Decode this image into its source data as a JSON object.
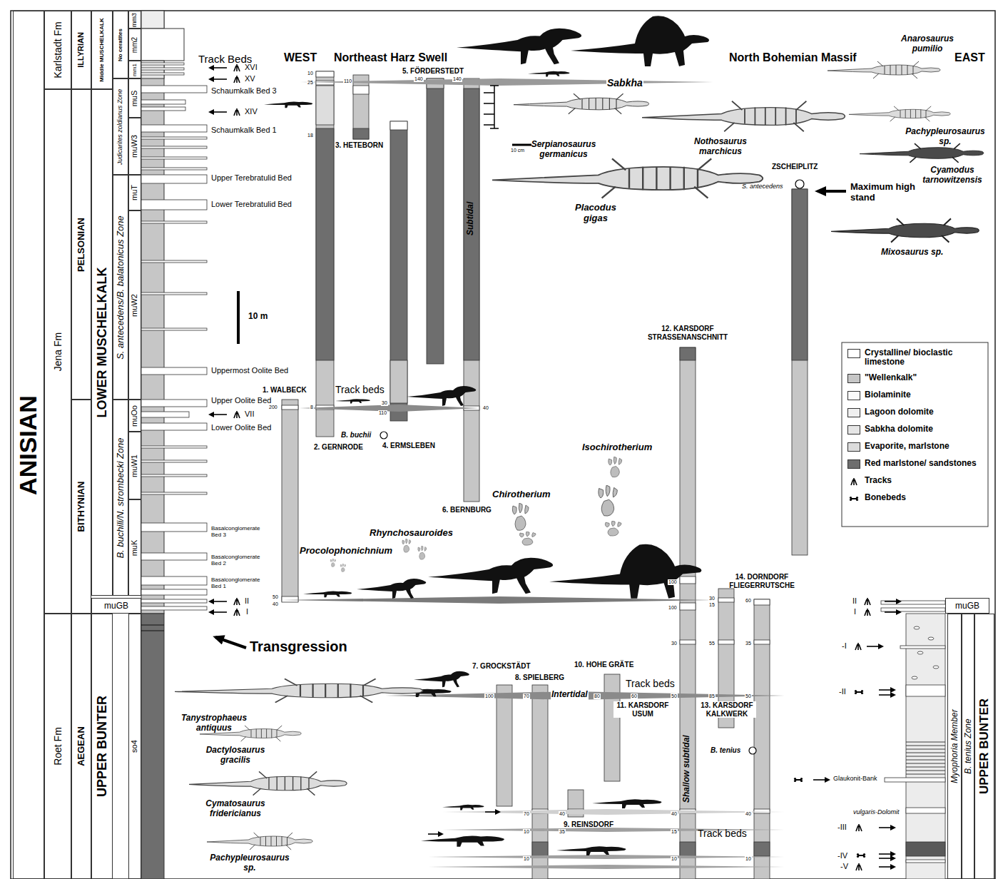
{
  "diagram": {
    "nodes": [
      {
        "text": [
          "ANISIAN"
        ]
      },
      {
        "text": [
          "Karlstadt Fm"
        ]
      },
      {
        "text": [
          "Jena Fm"
        ]
      },
      {
        "text": [
          "Roet Fm"
        ]
      },
      {
        "text": [
          "ILLYRIAN"
        ]
      },
      {
        "text": [
          "PELSONIAN"
        ]
      },
      {
        "text": [
          "BITHYNIAN"
        ]
      },
      {
        "text": [
          "AEGEAN"
        ]
      },
      {
        "text": [
          "Middle MUSCHELKALK"
        ]
      },
      {
        "text": [
          "LOWER MUSCHELKALK"
        ]
      },
      {
        "text": [
          "muGB"
        ]
      },
      {
        "text": [
          "UPPER BUNTER"
        ]
      },
      {
        "text": [
          "No ceratites"
        ]
      },
      {
        "text": [
          "Judicarites zoldianus Zone"
        ]
      },
      {
        "text": [
          "S. antecedens/B. balatonicus Zone"
        ]
      },
      {
        "text": [
          "B. buchili/N. strombecki Zone"
        ]
      },
      {
        "text": [
          "mm3"
        ]
      },
      {
        "text": [
          "mm2"
        ]
      },
      {
        "text": [
          "mm1"
        ]
      },
      {
        "text": [
          "muS"
        ]
      },
      {
        "text": [
          "muW3"
        ]
      },
      {
        "text": [
          "muT"
        ]
      },
      {
        "text": [
          "muW2"
        ]
      },
      {
        "text": [
          "muOo"
        ]
      },
      {
        "text": [
          "muW1"
        ]
      },
      {
        "text": [
          "muK"
        ]
      },
      {
        "text": [
          "so4"
        ]
      },
      {
        "text": [
          "muGB"
        ]
      },
      {
        "text": [
          "Myophoria Member"
        ]
      },
      {
        "text": [
          "B. tenius Zone"
        ]
      },
      {
        "text": [
          "UPPER BUNTER"
        ]
      }
    ],
    "labels": [
      "Track Beds",
      "WEST",
      "Northeast Harz Swell",
      "North Bohemian Massif",
      "EAST",
      "XVI",
      "XV",
      "XIV",
      "Schaumkalk Bed 3",
      "Schaumkalk Bed 1",
      "Upper Terebratulid Bed",
      "Lower Terebratulid Bed",
      "10 m",
      "Uppermost Oolite Bed",
      "Upper Oolite Bed",
      "VII",
      "Lower Oolite Bed",
      "Basalconglomerate Bed 3",
      "Basalconglomerate Bed 2",
      "Basalconglomerate Bed 1",
      "II",
      "I",
      "Transgression",
      "1. WALBECK",
      "2. GERNRODE",
      "3. HETEBORN",
      "4. ERMSLEBEN",
      "5. FÖRDERSTEDT",
      "6. BERNBURG",
      "Track beds",
      "B. buchii",
      "Subtidal",
      "Sabkha",
      "Serpianosaurus germanicus",
      "10 cm",
      "Nothosaurus marchicus",
      "Anarosaurus pumilio",
      "Pachypleurosaurus sp.",
      "S. antecedens",
      "ZSCHEIPLITZ",
      "Maximum high stand",
      "Cyamodus tarnowitzensis",
      "Placodus gigas",
      "Mixosaurus sp.",
      "12. KARSDORF STRASSENANSCHNITT",
      "Isochirotherium",
      "Chirotherium",
      "Rhynchosauroides",
      "Procolophonichnium",
      "14. DORNDORF FLIEGERRUTSCHE",
      "Tanystrophaeus antiquus",
      "7. GROCKSTÄDT",
      "10. HOHE GRÄTE",
      "8. SPIELBERG",
      "Intertidal",
      "Track beds",
      "11. KARSDORF USUM",
      "13. KARSDORF KALKWERK",
      "Shallow subtidal",
      "B. tenius",
      "Dactylosaurus gracilis",
      "Cymatosaurus fridericianus",
      "9. REINSDORF",
      "Pachypleurosaurus sp.",
      "Track beds",
      "II",
      "I",
      "-I",
      "-II",
      "Glaukonit-Bank",
      "vulgaris-Dolomit",
      "-III",
      "-IV",
      "-V",
      "10",
      "25",
      "18",
      "110",
      "140",
      "140",
      "200",
      "8",
      "30",
      "110",
      "40",
      "50",
      "40",
      "100",
      "100",
      "30",
      "30",
      "15",
      "60",
      "55",
      "35",
      "100",
      "70",
      "80",
      "60",
      "50",
      "85",
      "50",
      "70",
      "40",
      "40",
      "40",
      "10",
      "35",
      "15",
      "10",
      "10",
      "10"
    ],
    "legend": [
      {
        "text": "Crystalline/ bioclastic limestone",
        "color": "#ffffff"
      },
      {
        "text": "\"Wellenkalk\"",
        "color": "#c6c6c6"
      },
      {
        "text": "Biolaminite",
        "color": "#fafafa"
      },
      {
        "text": "Lagoon dolomite",
        "color": "#f0f0f0"
      },
      {
        "text": "Sabkha dolomite",
        "color": "#e6e6e6"
      },
      {
        "text": "Evaporite, marlstone",
        "color": "#dcdcdc"
      },
      {
        "text": "Red marlstone/ sandstones",
        "color": "#6e6e6e"
      },
      {
        "text": "Tracks"
      },
      {
        "text": "Bonebeds"
      }
    ]
  }
}
